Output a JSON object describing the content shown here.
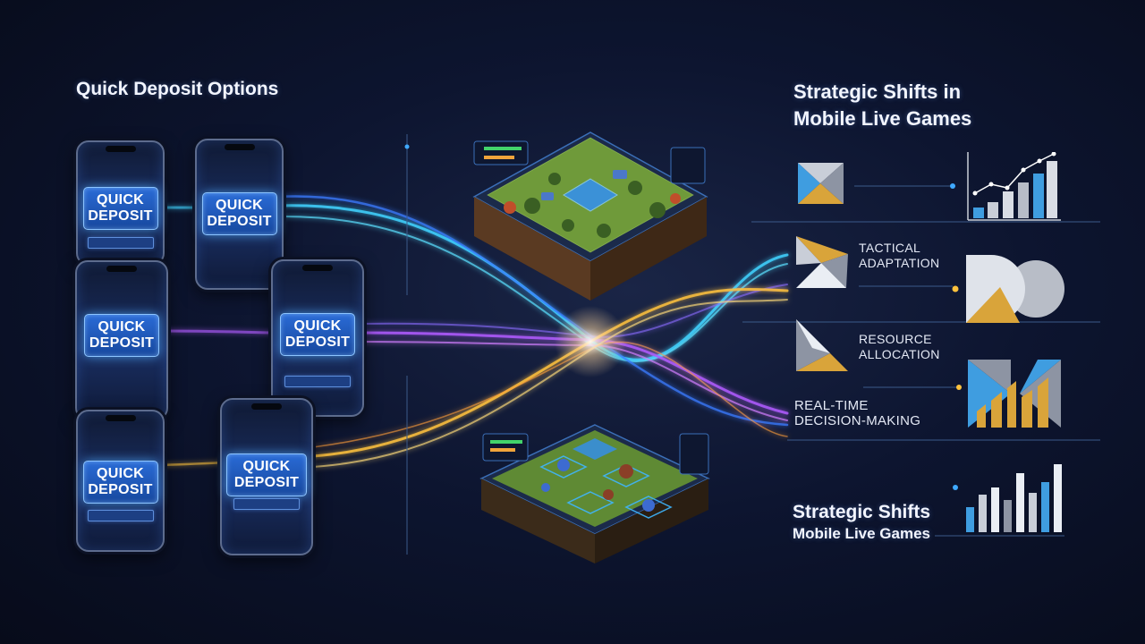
{
  "left_panel": {
    "title": "Quick Deposit Options",
    "button_line1": "QUICK",
    "button_line2": "DEPOSIT"
  },
  "right_panel": {
    "title_line1": "Strategic Shifts in",
    "title_line2": "Mobile Live Games",
    "items": [
      {
        "label_line1": "TACTICAL",
        "label_line2": "ADAPTATION"
      },
      {
        "label_line1": "RESOURCE",
        "label_line2": "ALLOCATION"
      },
      {
        "label_line1": "REAL-TIME",
        "label_line2": "DECISION-MAKING"
      }
    ],
    "bottom_title_line1": "Strategic Shifts",
    "bottom_title_line2": "Mobile Live Games"
  },
  "colors": {
    "background": "#0d1530",
    "stream_cyan": "#3fd2ff",
    "stream_blue": "#3a7bff",
    "stream_violet": "#b05cff",
    "stream_gold": "#ffc23d",
    "icon_gold": "#d9a43a",
    "icon_blue": "#3f9de0",
    "icon_silver": "#c9ced8"
  }
}
